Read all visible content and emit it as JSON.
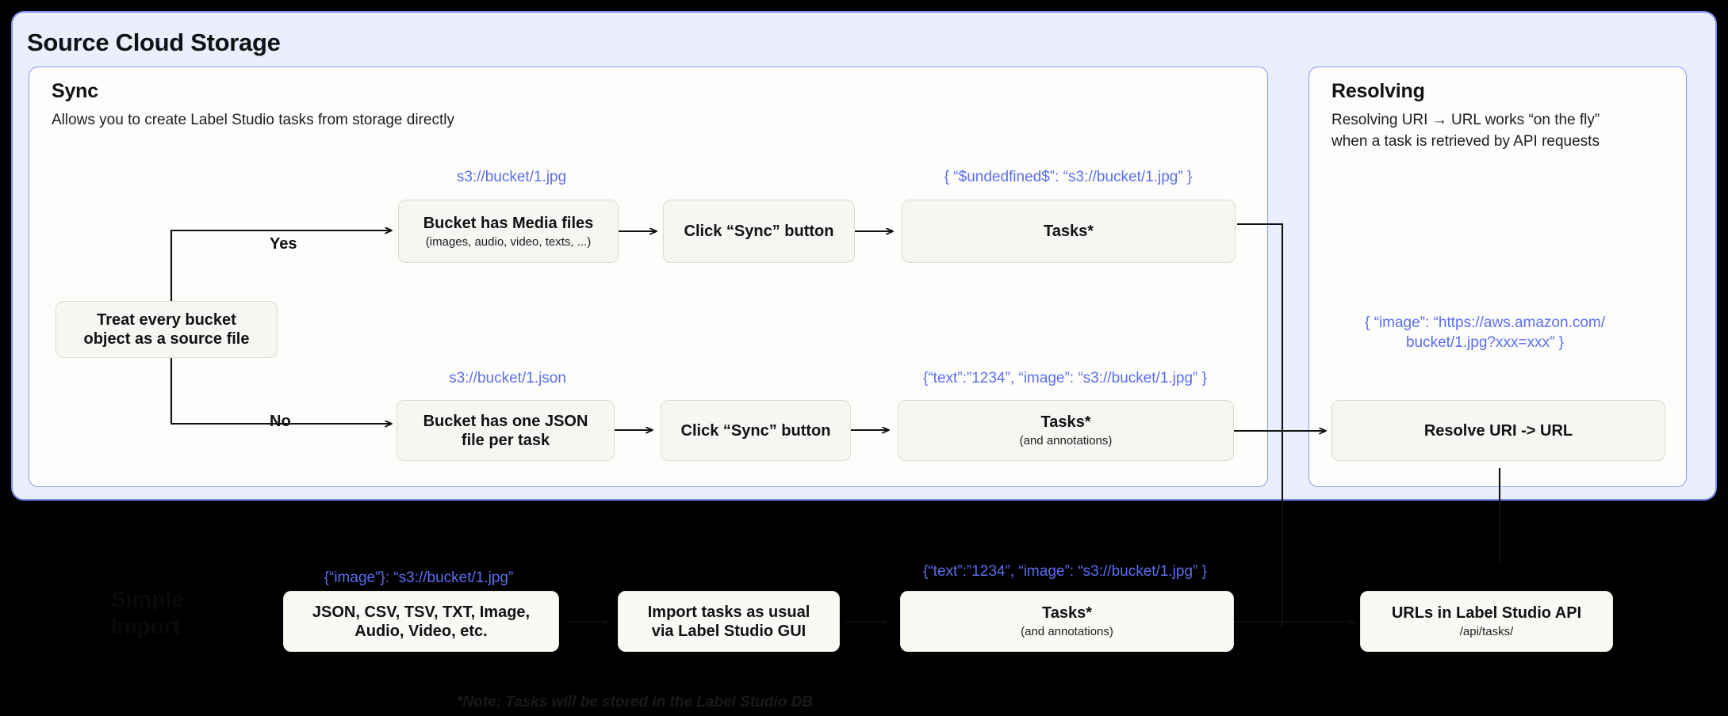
{
  "diagram": {
    "title": "Source Cloud Storage",
    "background_color": "#000000",
    "outer_panel_color": "#ebeefc",
    "outer_border_color": "#7c8df0",
    "box_fill_color": "#f7f6f3",
    "annotation_color": "#5b6ef0"
  },
  "sync_panel": {
    "heading": "Sync",
    "subtitle": "Allows you to create Label Studio tasks from storage directly"
  },
  "resolving_panel": {
    "heading": "Resolving",
    "subtitle": "Resolving URI → URL works “on the fly”\nwhen a task is retrieved by API requests",
    "annotation": "{ “image”: “https://aws.amazon.com/\nbucket/1.jpg?xxx=xxx” }",
    "box": {
      "title": "Resolve URI -> URL",
      "sub": ""
    }
  },
  "decision": {
    "title": "Treat every bucket\nobject as a source file",
    "yes_label": "Yes",
    "no_label": "No"
  },
  "branch_yes": {
    "source_annotation": "s3://bucket/1.jpg",
    "step1": {
      "title": "Bucket has Media files",
      "sub": "(images, audio, video, texts, ...)"
    },
    "step2": {
      "title": "Click “Sync” button",
      "sub": ""
    },
    "result_annotation": "{ “$undedfined$”: “s3://bucket/1.jpg” }",
    "step3": {
      "title": "Tasks*",
      "sub": ""
    }
  },
  "branch_no": {
    "source_annotation": "s3://bucket/1.json",
    "step1": {
      "title": "Bucket has one JSON\nfile per task",
      "sub": ""
    },
    "step2": {
      "title": "Click “Sync” button",
      "sub": ""
    },
    "result_annotation": "{“text”:”1234”,  “image”: “s3://bucket/1.jpg” }",
    "step3": {
      "title": "Tasks*",
      "sub": "(and annotations)"
    }
  },
  "bottom_row": {
    "section_label": "Simple\nImport",
    "file_annotation": "{“image”}: “s3://bucket/1.jpg”",
    "files_box": {
      "title": "JSON, CSV, TSV, TXT, Image,\nAudio, Video, etc.",
      "sub": ""
    },
    "import_box": {
      "title": "Import tasks as usual\nvia Label Studio GUI",
      "sub": ""
    },
    "tasks_annotation": "{“text”:”1234”,  “image”: “s3://bucket/1.jpg” }",
    "tasks_box": {
      "title": "Tasks*",
      "sub": "(and annotations)"
    },
    "api_box": {
      "title": "URLs in Label Studio API",
      "sub": "/api/tasks/"
    },
    "note": "*Note: Tasks will be stored in the Label Studio DB"
  }
}
